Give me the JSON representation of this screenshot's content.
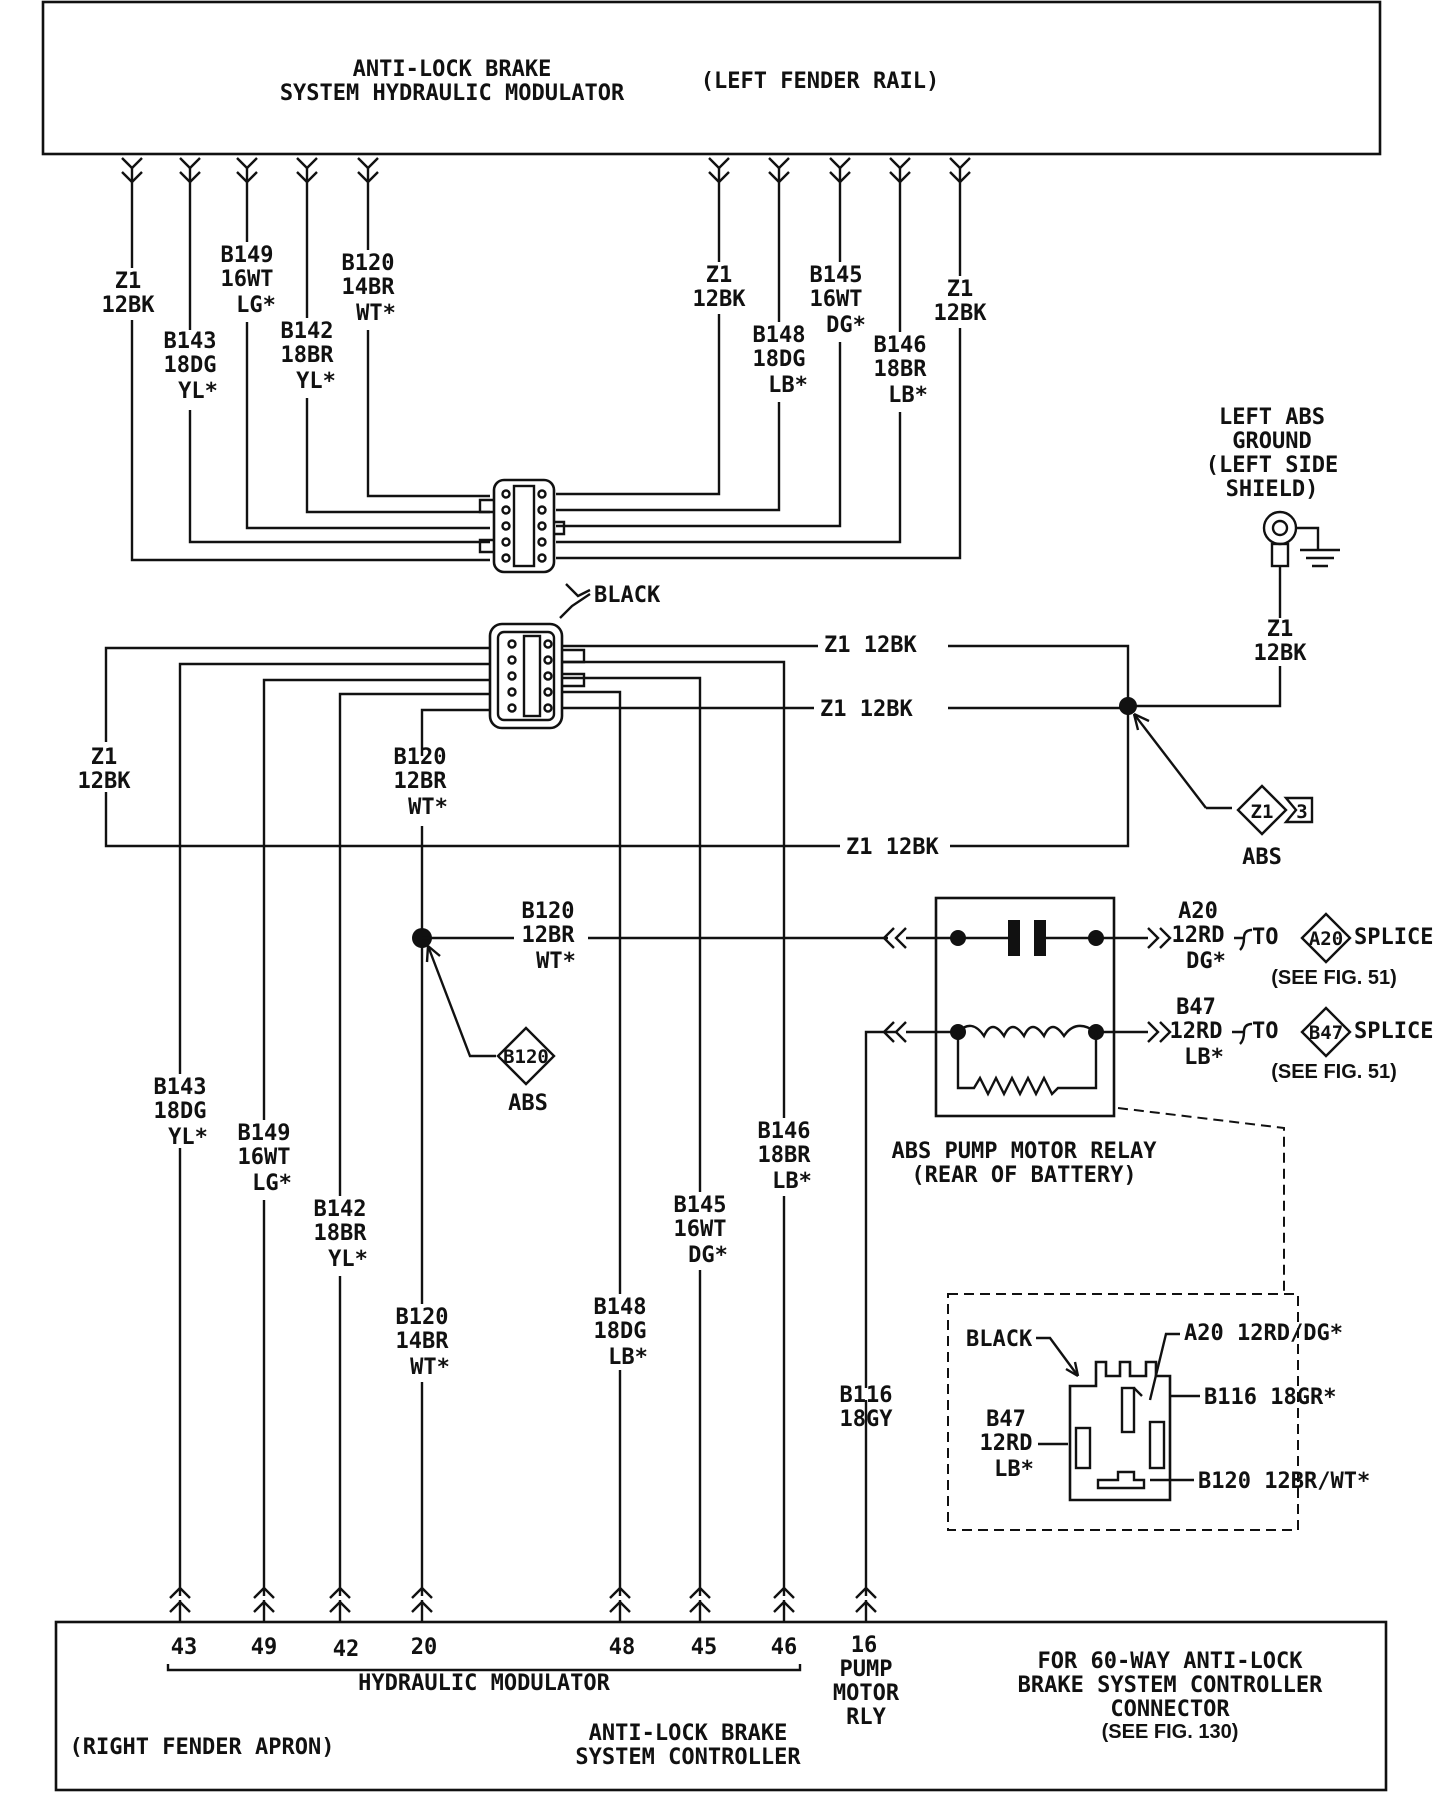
{
  "modulator_top": {
    "title_line1": "ANTI-LOCK BRAKE",
    "title_line2": "SYSTEM HYDRAULIC MODULATOR",
    "location": "(LEFT FENDER RAIL)"
  },
  "top_wires": [
    {
      "l1": "Z1",
      "l2": "12BK",
      "l3": ""
    },
    {
      "l1": "B143",
      "l2": "18DG",
      "l3": "YL*"
    },
    {
      "l1": "B149",
      "l2": "16WT",
      "l3": "LG*"
    },
    {
      "l1": "B142",
      "l2": "18BR",
      "l3": "YL*"
    },
    {
      "l1": "B120",
      "l2": "14BR",
      "l3": "WT*"
    },
    {
      "l1": "Z1",
      "l2": "12BK",
      "l3": ""
    },
    {
      "l1": "B148",
      "l2": "18DG",
      "l3": "LB*"
    },
    {
      "l1": "B145",
      "l2": "16WT",
      "l3": "DG*"
    },
    {
      "l1": "B146",
      "l2": "18BR",
      "l3": "LB*"
    },
    {
      "l1": "Z1",
      "l2": "12BK",
      "l3": ""
    }
  ],
  "connector_label": "BLACK",
  "ground": {
    "l1": "LEFT ABS",
    "l2": "GROUND",
    "l3": "(LEFT SIDE",
    "l4": "SHIELD)",
    "wire1": "Z1",
    "wire2": "12BK"
  },
  "z1_labels": [
    "Z1 12BK",
    "Z1 12BK",
    "Z1 12BK"
  ],
  "left_z1": {
    "l1": "Z1",
    "l2": "12BK"
  },
  "splice_z1": {
    "id": "Z1",
    "num": "3",
    "label": "ABS"
  },
  "b120_lower": {
    "l1": "B120",
    "l2": "12BR",
    "l3": "WT*"
  },
  "b120_mid": {
    "l1": "B120",
    "l2": "12BR",
    "l3": "WT*"
  },
  "splice_b120": {
    "id": "B120",
    "label": "ABS"
  },
  "relay": {
    "name_line1": "ABS PUMP MOTOR RELAY",
    "name_line2": "(REAR OF BATTERY)",
    "a20": {
      "l1": "A20",
      "l2": "12RD",
      "l3": "DG*",
      "to": "TO",
      "splice_id": "A20",
      "splice": "SPLICE",
      "see": "(SEE FIG. 51)"
    },
    "b47": {
      "l1": "B47",
      "l2": "12RD",
      "l3": "LB*",
      "to": "TO",
      "splice_id": "B47",
      "splice": "SPLICE",
      "see": "(SEE FIG. 51)"
    }
  },
  "bottom_wires": [
    {
      "l1": "B143",
      "l2": "18DG",
      "l3": "YL*"
    },
    {
      "l1": "B149",
      "l2": "16WT",
      "l3": "LG*"
    },
    {
      "l1": "B142",
      "l2": "18BR",
      "l3": "YL*"
    },
    {
      "l1": "B120",
      "l2": "14BR",
      "l3": "WT*"
    },
    {
      "l1": "B148",
      "l2": "18DG",
      "l3": "LB*"
    },
    {
      "l1": "B145",
      "l2": "16WT",
      "l3": "DG*"
    },
    {
      "l1": "B146",
      "l2": "18BR",
      "l3": "LB*"
    },
    {
      "l1": "B116",
      "l2": "18GY",
      "l3": ""
    }
  ],
  "inset": {
    "black": "BLACK",
    "a20": "A20 12RD/DG*",
    "b116": "B116 18GR*",
    "b47_l1": "B47",
    "b47_l2": "12RD",
    "b47_l3": "LB*",
    "b120": "B120 12BR/WT*"
  },
  "controller": {
    "pins": [
      "43",
      "49",
      "42",
      "20",
      "48",
      "45",
      "46",
      "16"
    ],
    "pump_l1": "PUMP",
    "pump_l2": "MOTOR",
    "pump_l3": "RLY",
    "hydraulic_modulator": "HYDRAULIC MODULATOR",
    "location": "(RIGHT FENDER APRON)",
    "name_line1": "ANTI-LOCK BRAKE",
    "name_line2": "SYSTEM CONTROLLER",
    "note_line1": "FOR 60-WAY ANTI-LOCK",
    "note_line2": "BRAKE SYSTEM CONTROLLER",
    "note_line3": "CONNECTOR",
    "note_line4": "(SEE FIG. 130)"
  }
}
